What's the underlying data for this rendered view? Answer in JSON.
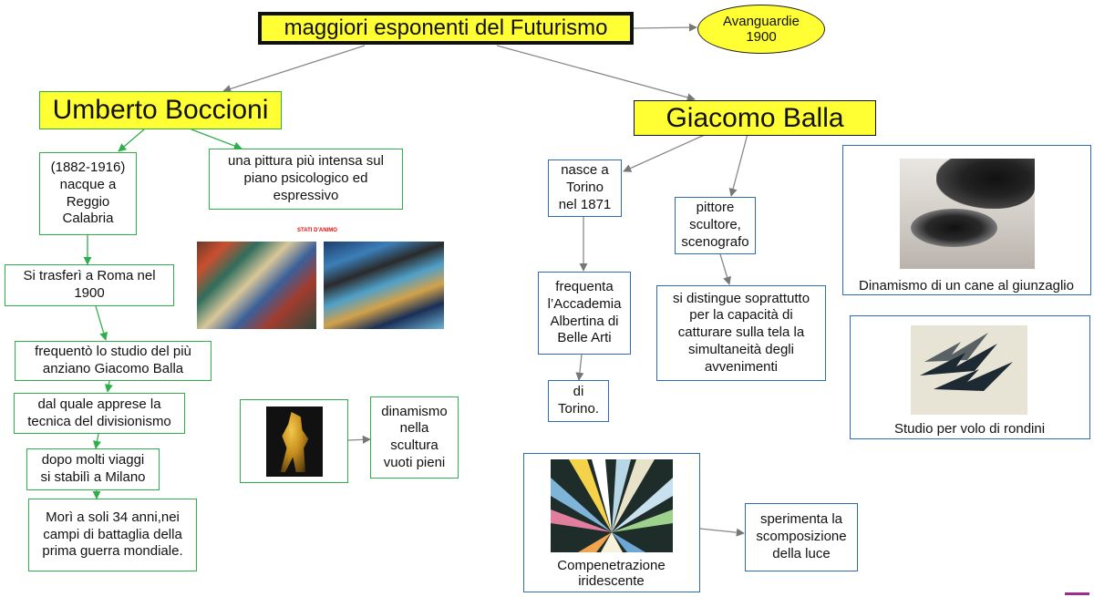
{
  "title": "maggiori esponenti del Futurismo",
  "bubble": "Avanguardie\n1900",
  "boccioni": {
    "name": "Umberto Boccioni",
    "dates": "(1882-1916)\nnacque a\nReggio\nCalabria",
    "painting": "una pittura più intensa sul\npiano psicologico ed\nespressivo",
    "rome": "Si trasferì a Roma nel\n1900",
    "studio": "frequentò lo studio del più\nanziano Giacomo Balla",
    "divisionismo": "dal quale apprese la\ntecnica del divisionismo",
    "milano": "dopo molti viaggi\nsi stabilì a Milano",
    "death": "Morì a soli 34 anni,nei\ncampi di battaglia della\nprima guerra mondiale.",
    "stati_label": "STATI D'ANIMO",
    "sculpture": "dinamismo\nnella\nscultura\nvuoti  pieni"
  },
  "balla": {
    "name": "Giacomo Balla",
    "born": "nasce a\nTorino\nnel 1871",
    "accademia": "frequenta\nl’Accademia\nAlbertina di\nBelle Arti",
    "torino": "di\nTorino.",
    "roles": "pittore\nscultore,\nscenografo",
    "distingue": "si distingue soprattutto\nper la capacità di\ncatturare sulla tela la\nsimultaneità degli\navvenimenti",
    "dog_caption": "Dinamismo di un cane al giunzaglio",
    "swallows_caption": "Studio per volo di rondini",
    "iridescent_caption": "Compenetrazione\niridescente",
    "luce": "sperimenta la\nscomposizione\ndella luce"
  }
}
